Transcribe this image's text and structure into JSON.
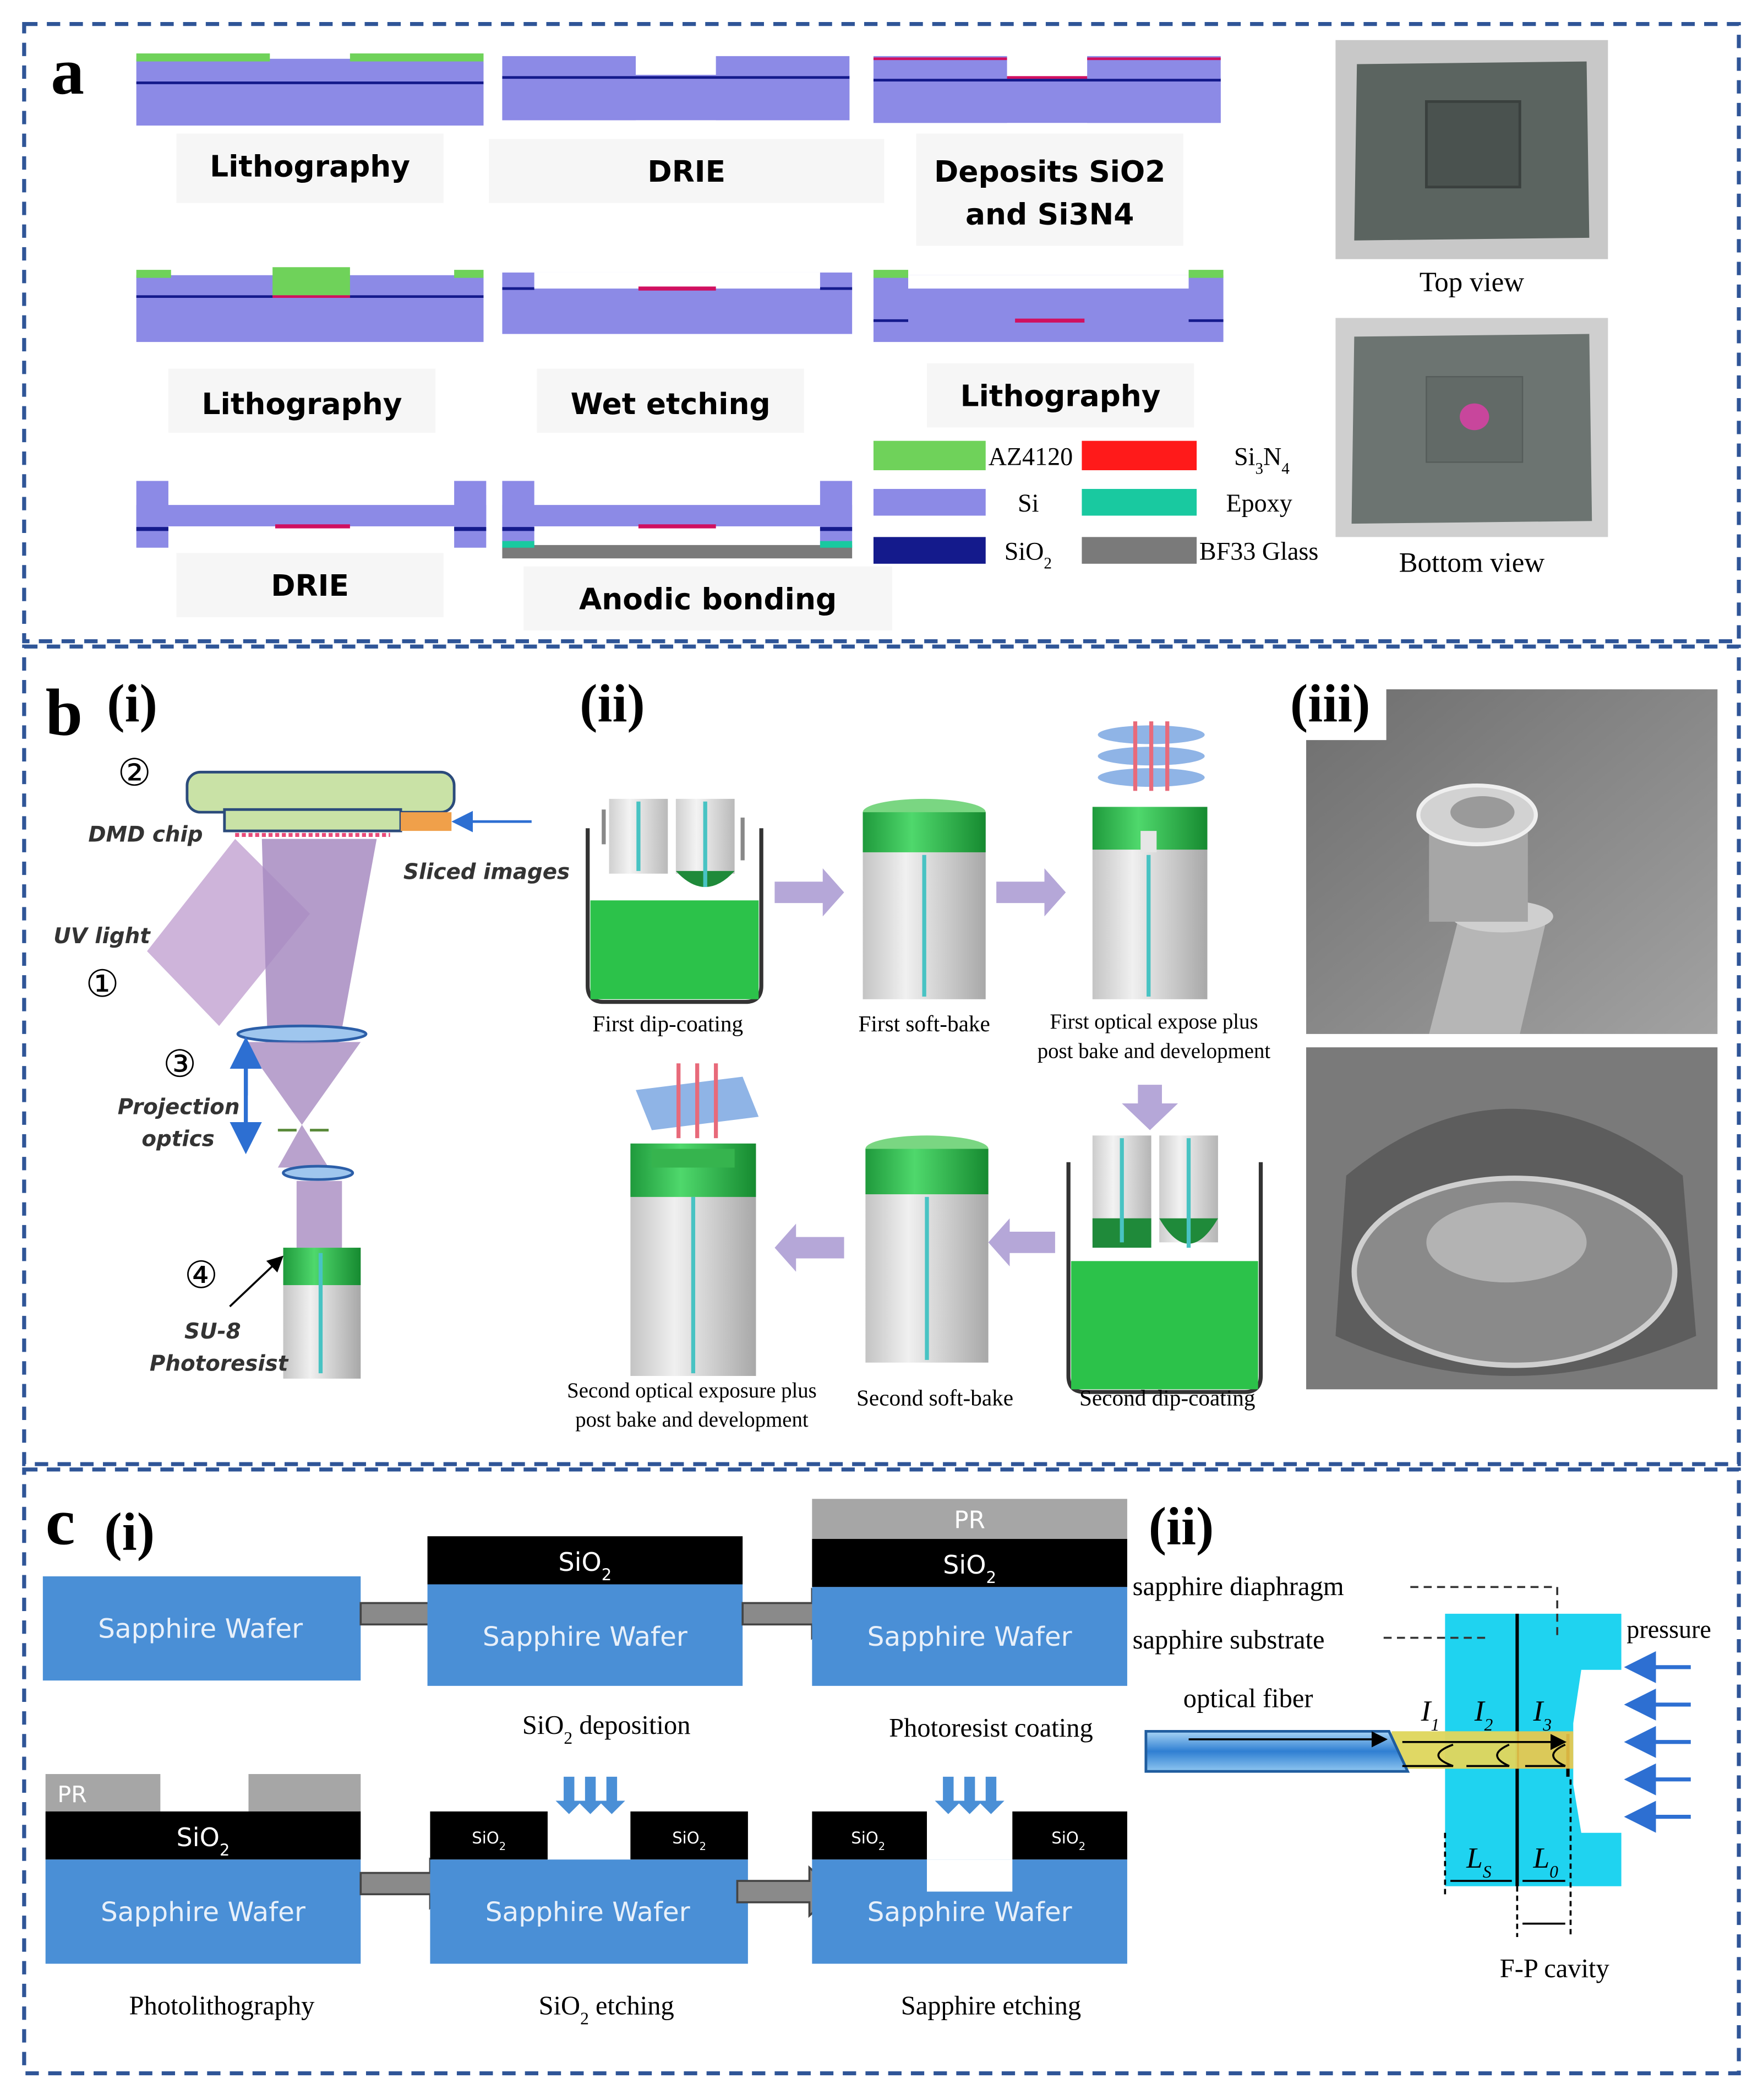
{
  "panel_a": {
    "tag": "a",
    "steps": [
      {
        "label": "Lithography"
      },
      {
        "label": "DRIE"
      },
      {
        "label_line1": "Deposits SiO2",
        "label_line2": "and Si3N4"
      },
      {
        "label": "Lithography"
      },
      {
        "label": "Wet etching"
      },
      {
        "label": "Lithography"
      },
      {
        "label": "DRIE"
      },
      {
        "label": "Anodic bonding"
      }
    ],
    "legend": [
      {
        "name": "AZ4120",
        "color": "#6fd25a"
      },
      {
        "name": "Si3N4",
        "color": "#ff1a1a"
      },
      {
        "name": "Si",
        "color": "#8c8ae6"
      },
      {
        "name": "Epoxy",
        "color": "#19c9a0"
      },
      {
        "name": "SiO2",
        "color": "#141a8c"
      },
      {
        "name": "BF33 Glass",
        "color": "#7a7a7a"
      }
    ],
    "photos": [
      {
        "caption": "Top view"
      },
      {
        "caption": "Bottom view"
      }
    ]
  },
  "panel_b": {
    "tag": "b",
    "sub_i": "(i)",
    "sub_ii": "(ii)",
    "sub_iii": "(iii)",
    "optics": {
      "dmd_chip": "DMD chip",
      "sliced_images": "Sliced images",
      "uv_light": "UV light",
      "projection_optics_1": "Projection",
      "projection_optics_2": "optics",
      "su8_1": "SU-8",
      "su8_2": "Photoresist",
      "n1": "①",
      "n2": "②",
      "n3": "③",
      "n4": "④"
    },
    "process": {
      "first_dip": "First dip-coating",
      "first_soft": "First soft-bake",
      "first_expose_1": "First optical expose plus",
      "first_expose_2": "post bake and development",
      "second_expose_1": "Second optical exposure plus",
      "second_expose_2": "post bake and development",
      "second_soft": "Second soft-bake",
      "second_dip": "Second dip-coating"
    }
  },
  "panel_c": {
    "tag": "c",
    "sub_i": "(i)",
    "sub_ii": "(ii)",
    "wafer": "Sapphire Wafer",
    "sio2": "SiO",
    "sio2_sub": "2",
    "pr": "PR",
    "captions": {
      "sio2_dep_a": "SiO",
      "sio2_dep_b": "2",
      "sio2_dep_c": " deposition",
      "pr_coating": "Photoresist coating",
      "photolitho": "Photolithography",
      "sio2_etch_a": "SiO",
      "sio2_etch_b": "2",
      "sio2_etch_c": " etching",
      "sapphire_etch": "Sapphire etching"
    },
    "sensor": {
      "diaphragm": "sapphire diaphragm",
      "substrate": "sapphire substrate",
      "fiber": "optical fiber",
      "pressure": "pressure",
      "i1": "I",
      "i1s": "1",
      "i2": "I",
      "i2s": "2",
      "i3": "I",
      "i3s": "3",
      "ls": "L",
      "lss": "S",
      "l0": "L",
      "l0s": "0",
      "cavity": "F-P cavity"
    }
  },
  "colors": {
    "border": "#2f5597",
    "si": "#8c8ae6",
    "sio2": "#141a8c",
    "resist": "#6fd25a",
    "nitride": "#d01060",
    "wafer": "#4a8fd6",
    "sapphire_cyan": "#1fd3f0"
  }
}
